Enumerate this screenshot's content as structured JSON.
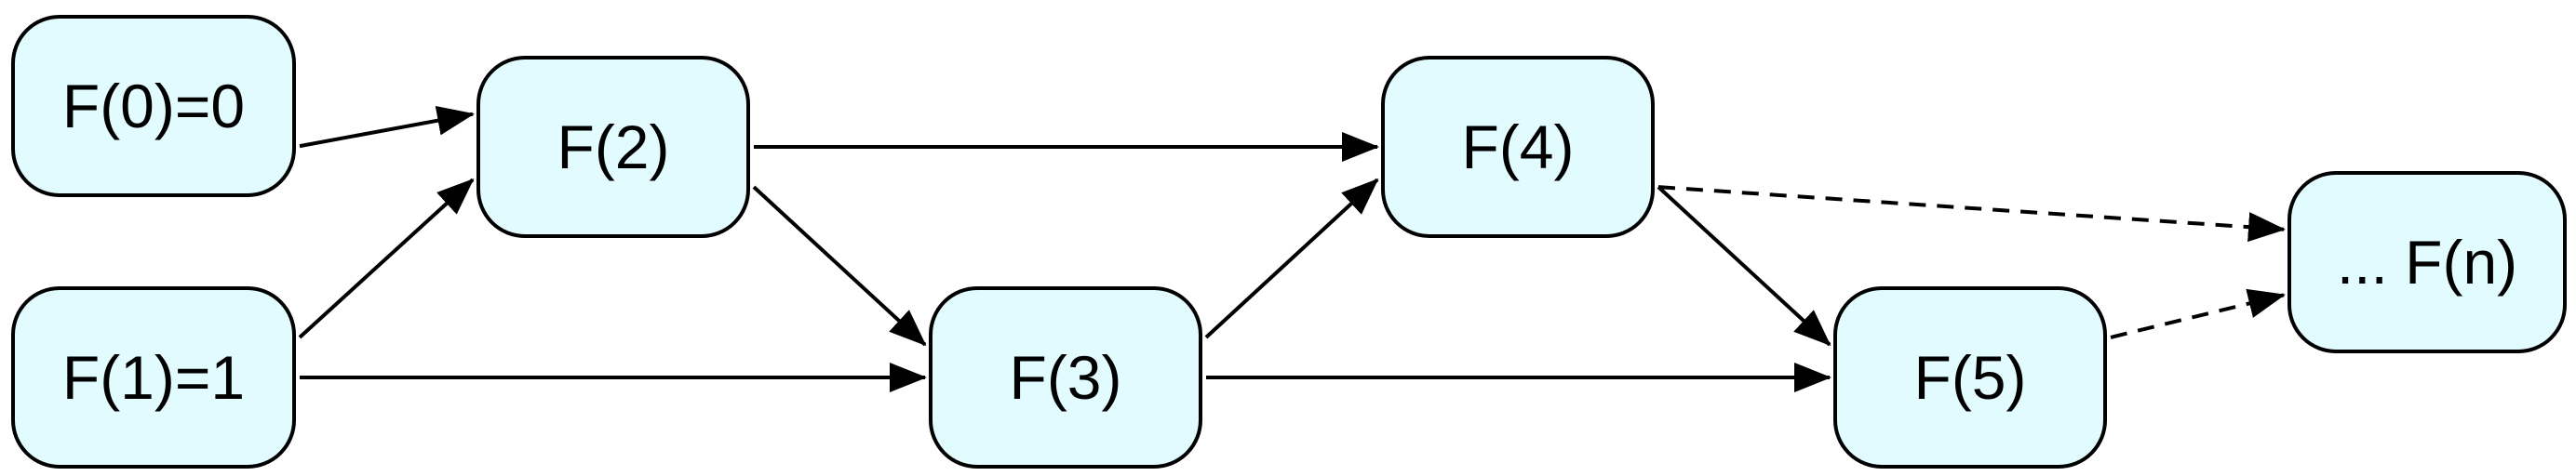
{
  "colors": {
    "node_fill": "#e1fbfe",
    "node_border": "#000000",
    "edge": "#000000"
  },
  "nodes": [
    {
      "id": "f0",
      "label": "F(0)=0"
    },
    {
      "id": "f1",
      "label": "F(1)=1"
    },
    {
      "id": "f2",
      "label": "F(2)"
    },
    {
      "id": "f3",
      "label": "F(3)"
    },
    {
      "id": "f4",
      "label": "F(4)"
    },
    {
      "id": "f5",
      "label": "F(5)"
    },
    {
      "id": "fn",
      "label": "... F(n)"
    }
  ],
  "edges": [
    {
      "from": "f0",
      "to": "f2",
      "style": "solid"
    },
    {
      "from": "f1",
      "to": "f2",
      "style": "solid"
    },
    {
      "from": "f1",
      "to": "f3",
      "style": "solid"
    },
    {
      "from": "f2",
      "to": "f3",
      "style": "solid"
    },
    {
      "from": "f2",
      "to": "f4",
      "style": "solid"
    },
    {
      "from": "f3",
      "to": "f4",
      "style": "solid"
    },
    {
      "from": "f3",
      "to": "f5",
      "style": "solid"
    },
    {
      "from": "f4",
      "to": "f5",
      "style": "solid"
    },
    {
      "from": "f4",
      "to": "fn",
      "style": "dashed"
    },
    {
      "from": "f5",
      "to": "fn",
      "style": "dashed"
    }
  ]
}
